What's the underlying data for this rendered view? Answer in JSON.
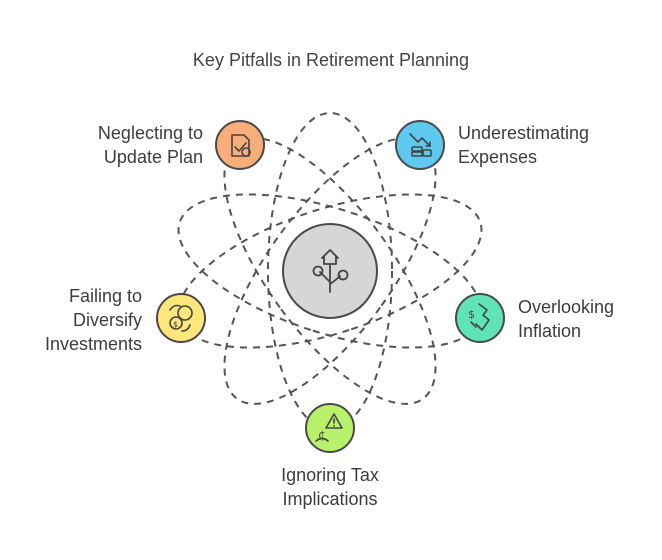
{
  "title": "Key Pitfalls in Retirement Planning",
  "center": {
    "icon": "growth-plant-home-icon",
    "fill": "#d6d6d6"
  },
  "nodes": [
    {
      "id": "neglecting",
      "lines": [
        "Neglecting to",
        "Update Plan"
      ],
      "icon": "document-edit-icon",
      "color": "#f9ad7a"
    },
    {
      "id": "underestimating",
      "lines": [
        "Underestimating",
        "Expenses"
      ],
      "icon": "money-decline-icon",
      "color": "#5ec8ef"
    },
    {
      "id": "overlooking",
      "lines": [
        "Overlooking",
        "Inflation"
      ],
      "icon": "inflation-dollar-icon",
      "color": "#5fe3b8"
    },
    {
      "id": "ignoring",
      "lines": [
        "Ignoring Tax",
        "Implications"
      ],
      "icon": "tax-warning-icon",
      "color": "#b8f26a"
    },
    {
      "id": "failing",
      "lines": [
        "Failing to",
        "Diversify",
        "Investments"
      ],
      "icon": "diversify-coins-icon",
      "color": "#fde67a"
    }
  ]
}
